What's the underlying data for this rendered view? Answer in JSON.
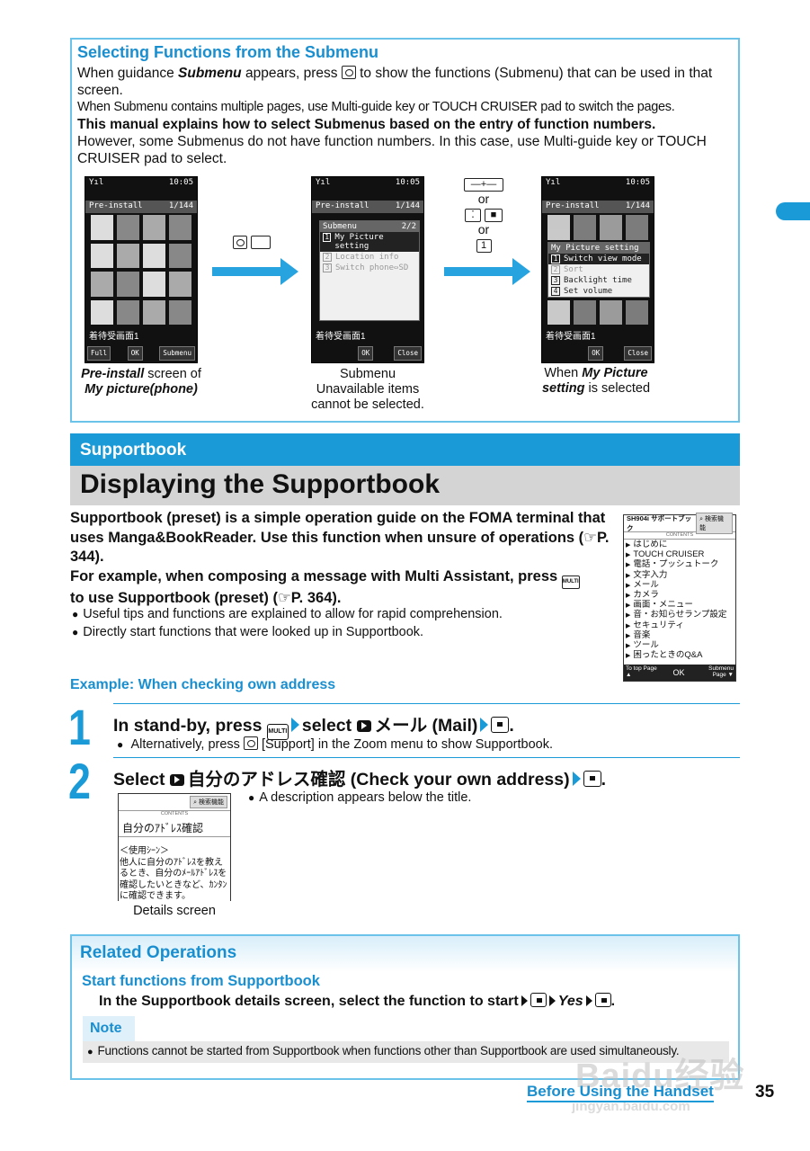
{
  "submenu_section": {
    "heading": "Selecting Functions from the Submenu",
    "p1_pre": "When guidance ",
    "p1_em": "Submenu",
    "p1_mid": " appears, press ",
    "p1_post": " to show the functions (Submenu) that can be used in that screen.",
    "p2": "When Submenu contains multiple pages, use Multi-guide key or TOUCH CRUISER pad to switch the pages.",
    "p3": "This manual explains how to select Submenus based on the entry of function numbers.",
    "p4": "However, some Submenus do not have function numbers. In this case, use Multi-guide key or TOUCH CRUISER pad to select.",
    "phone_status_time": "10:05",
    "phone_title": "Pre-install",
    "phone_count": "1/144",
    "phone_footer": "着待受画面1",
    "soft_full": "Full",
    "soft_ok": "OK",
    "soft_submenu": "Submenu",
    "soft_close": "Close",
    "menu1_header": "Submenu",
    "menu1_page": "2/2",
    "menu1_items": [
      "My Picture setting",
      "Location info",
      "Switch phone⇔SD"
    ],
    "menu1_nums": [
      "1",
      "2",
      "3"
    ],
    "menu2_header": "My Picture setting",
    "menu2_items": [
      "Switch view mode",
      "Sort",
      "Backlight time",
      "Set volume"
    ],
    "menu2_nums": [
      "1",
      "2",
      "3",
      "4"
    ],
    "or1": "or",
    "or2": "or",
    "key_one": "1",
    "cap1_em1": "Pre-install",
    "cap1_mid": " screen of",
    "cap1_em2": "My picture(phone)",
    "cap2_l1": "Submenu",
    "cap2_l2": "Unavailable items",
    "cap2_l3": "cannot be selected.",
    "cap3_pre": "When ",
    "cap3_em1": "My Picture",
    "cap3_em2": "setting",
    "cap3_post": " is selected"
  },
  "supportbook": {
    "label": "Supportbook",
    "title": "Displaying the Supportbook",
    "intro1": "Supportbook (preset) is a simple operation guide on the FOMA terminal that uses Manga&BookReader. Use this function when unsure of operations (",
    "ref1": "P. 344",
    "intro1_end": ").",
    "intro2": "For example, when composing a message with Multi Assistant, press ",
    "intro2_b": " to use Supportbook (preset) (",
    "ref2": "P. 364",
    "intro2_end": ").",
    "bullets": [
      "Useful tips and functions are explained to allow for rapid comprehension.",
      "Directly start functions that were looked up in Supportbook."
    ],
    "screen_brand": "SH904i サポートブック",
    "screen_search": "検索機能",
    "screen_contents": "CONTENTS",
    "screen_items": [
      "はじめに",
      "TOUCH CRUISER",
      "電話・プッシュトーク",
      "文字入力",
      "メール",
      "カメラ",
      "画面・メニュー",
      "音・お知らせランプ設定",
      "セキュリティ",
      "音楽",
      "ツール",
      "困ったときのQ&A"
    ],
    "screen_soft_left": "To top Page ▲",
    "screen_soft_mid": "OK",
    "screen_soft_right": "Submenu Page ▼"
  },
  "example": {
    "heading": "Example: When checking own address",
    "step1_num": "1",
    "step1_a": "In stand-by, press ",
    "step1_b": "select ",
    "step1_c": "メール (Mail)",
    "step1_end": ".",
    "step1_bullet_a": "Alternatively, press ",
    "step1_bullet_b": " [Support] in the Zoom menu to show Supportbook.",
    "step2_num": "2",
    "step2_a": "Select ",
    "step2_b": "自分のアドレス確認 (Check your own address)",
    "step2_end": ".",
    "step2_bullet": "A description appears below the title.",
    "details_search": "検索機能",
    "details_contents": "CONTENTS",
    "details_title": "自分のｱﾄﾞﾚｽ確認",
    "details_body": "＜使用ｼｰﾝ＞\n他人に自分のｱﾄﾞﾚｽを教え\nるとき、自分のﾒｰﾙｱﾄﾞﾚｽを\n確認したいときなど、ｶﾝﾀﾝ\nに確認できます。",
    "details_caption": "Details screen"
  },
  "related": {
    "heading": "Related Operations",
    "subheading": "Start functions from Supportbook",
    "line_a": "In the Supportbook details screen, select the function to start",
    "line_yes": "Yes",
    "line_end": ".",
    "note_label": "Note",
    "note_text": "Functions cannot be started from Supportbook when functions other than Supportbook are used simultaneously."
  },
  "footer": {
    "section": "Before Using the Handset",
    "page": "35",
    "watermark": "Baidu经验",
    "watermark_url": "jingyan.baidu.com"
  },
  "colors": {
    "accent": "#1a9bd7",
    "heading": "#1a8fd0",
    "box_border": "#6cc3ea"
  }
}
